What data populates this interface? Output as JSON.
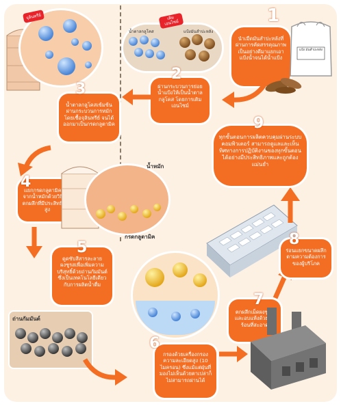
{
  "steps": [
    {
      "num": "1",
      "text": "นำเมืดมันสำปะหลังที่ผ่านการคัดสรรคุณภาพเป็นอย่างดีมาแยกเอาแป้งน้ำจนได้น้ำแป้ง"
    },
    {
      "num": "2",
      "text": "ผ่านกระบวนการย่อยน้ำแป้งให้เป็นน้ำตาลกลูโคส โดยการเติมเอนไซม์"
    },
    {
      "num": "3",
      "text": "น้ำตาลกลูโคสเข้มข้นผ่านกระบวนการหมักโดยเชื้อจุลินทรีย์ จนได้ออกมาเป็นกรดกลูตามิค"
    },
    {
      "num": "4",
      "text": "แยกกรดกลูตามิคออกจากน้ำหมักด้วยวิธีการตกผลึกที่มีประสิทธิภาพสูง"
    },
    {
      "num": "5",
      "text": "ดูดซับสีสารละลายผงชูรสเพื่อเพิ่มความบริสุทธิ์ด้วยถ่านกัมมันต์ซึ่งเป็นเทคโนโลยีเดียวกับการผลิตน้ำดื่ม"
    },
    {
      "num": "6",
      "text": "กรองด้วยเครื่องกรองความละเอียดสูง (10 ไมครอน) ซึ่งแม้แต่ฝุ่นที่มองไม่เห็นด้วยตาเปล่าก็ไม่สามารถผ่านได้"
    },
    {
      "num": "7",
      "text": "ตกผลึกเม็ดผงชูรสและอบแห้งด้วยลมร้อนที่สะอาด"
    },
    {
      "num": "8",
      "text": "ร่อนแยกขนาดผลึกตามความต้องการของผู้บริโภค"
    },
    {
      "num": "9",
      "text": "ทุกขั้นตอนการผลิตควบคุมผ่านระบบคอมพิวเตอร์ สามารถดูแลและเห็นทิศทางการปฏิบัติงานของทุกขั้นตอนได้อย่างมีประสิทธิภาพและถูกต้องแม่นยำ"
    }
  ],
  "labels": {
    "microbe_tag": "จุลินทรีย์",
    "glucose": "น้ำตาลกลูโคส",
    "starch_particles": "แป้งมันสำปะหลัง",
    "enzyme_tag": "เติม เอนไซม์",
    "ferment_liquid": "น้ำหมัก",
    "glutamic_acid": "กรดกลูตามิค",
    "activated_carbon": "ถ่านกัมมันต์",
    "bag": "แป้ง มันสำปะหลัง"
  },
  "colors": {
    "step_box": "#f36d22",
    "background": "#fdf1e4",
    "arrow": "#f36d22",
    "tag": "#e8232a"
  }
}
